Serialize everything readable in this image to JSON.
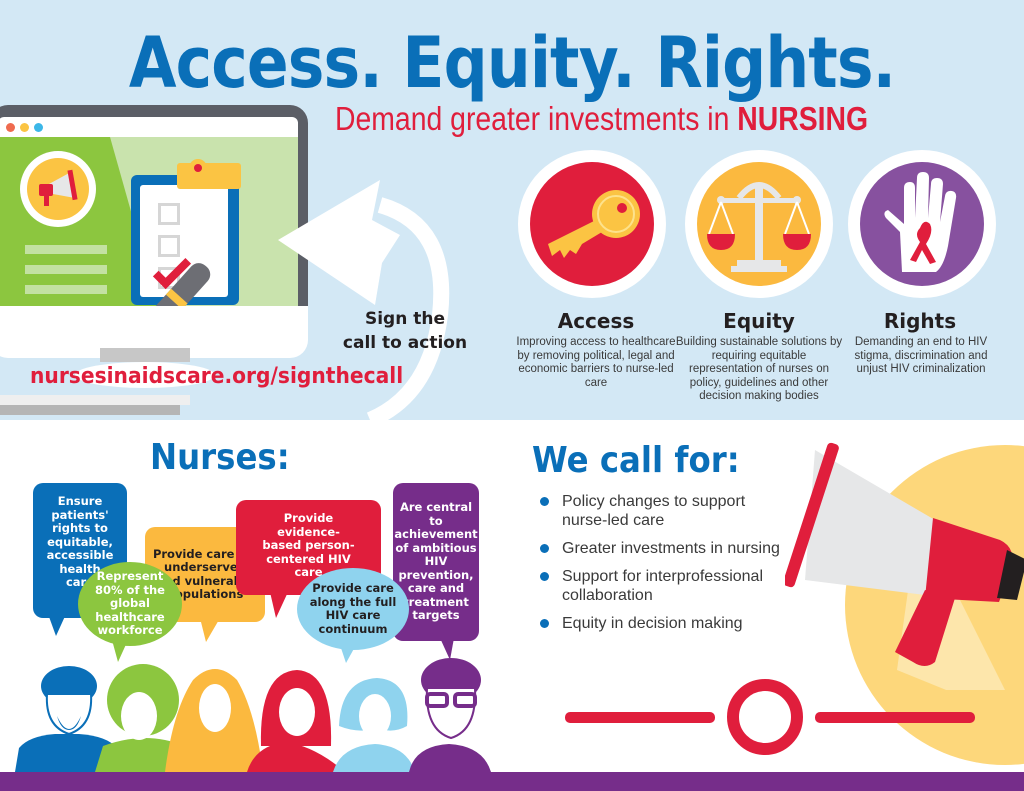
{
  "header": {
    "headline": "Access.  Equity.  Rights.",
    "subhead_prefix": "Demand greater investments in ",
    "subhead_emphasis": "NURSING"
  },
  "cta": {
    "line1": "Sign the",
    "line2": "call to action",
    "url": "nursesinaidscare.org/signthecall"
  },
  "pillars": [
    {
      "icon": "key-icon",
      "title": "Access",
      "description": "Improving access to healthcare by removing political, legal and economic barriers to nurse-led care",
      "color": "#e01e3c"
    },
    {
      "icon": "scales-icon",
      "title": "Equity",
      "description": "Building sustainable solutions by requiring equitable representation of nurses on policy, guidelines and other decision making bodies",
      "color": "#fbc443"
    },
    {
      "icon": "hand-ribbon-icon",
      "title": "Rights",
      "description": "Demanding an end to HIV stigma, discrimination and unjust HIV criminalization",
      "color": "#87519f"
    }
  ],
  "nurses": {
    "title": "Nurses:",
    "bubbles": [
      {
        "text": "Ensure patients' rights to equitable, accessible health care",
        "color": "#0a6fb8"
      },
      {
        "text": "Represent 80% of the global healthcare workforce",
        "color": "#8cc63f"
      },
      {
        "text": "Provide care for underserved and vulnerable populations",
        "color": "#fbb93f"
      },
      {
        "text": "Provide evidence-based person-centered HIV care",
        "color": "#e01e3c"
      },
      {
        "text": "Provide care along the full HIV care continuum",
        "color": "#8fd3ee"
      },
      {
        "text": "Are central to achievement of ambitious HIV prevention, care and treatment targets",
        "color": "#762d8a"
      }
    ]
  },
  "call_for": {
    "title": "We call for:",
    "items": [
      "Policy changes to support nurse-led care",
      "Greater investments in nursing",
      "Support for interprofessional collaboration",
      "Equity in decision making"
    ]
  },
  "colors": {
    "brand_blue": "#0a6fb8",
    "brand_red": "#e01e3c",
    "brand_yellow": "#fbc443",
    "brand_purple": "#762d8a",
    "background_top": "#d3e8f5"
  }
}
